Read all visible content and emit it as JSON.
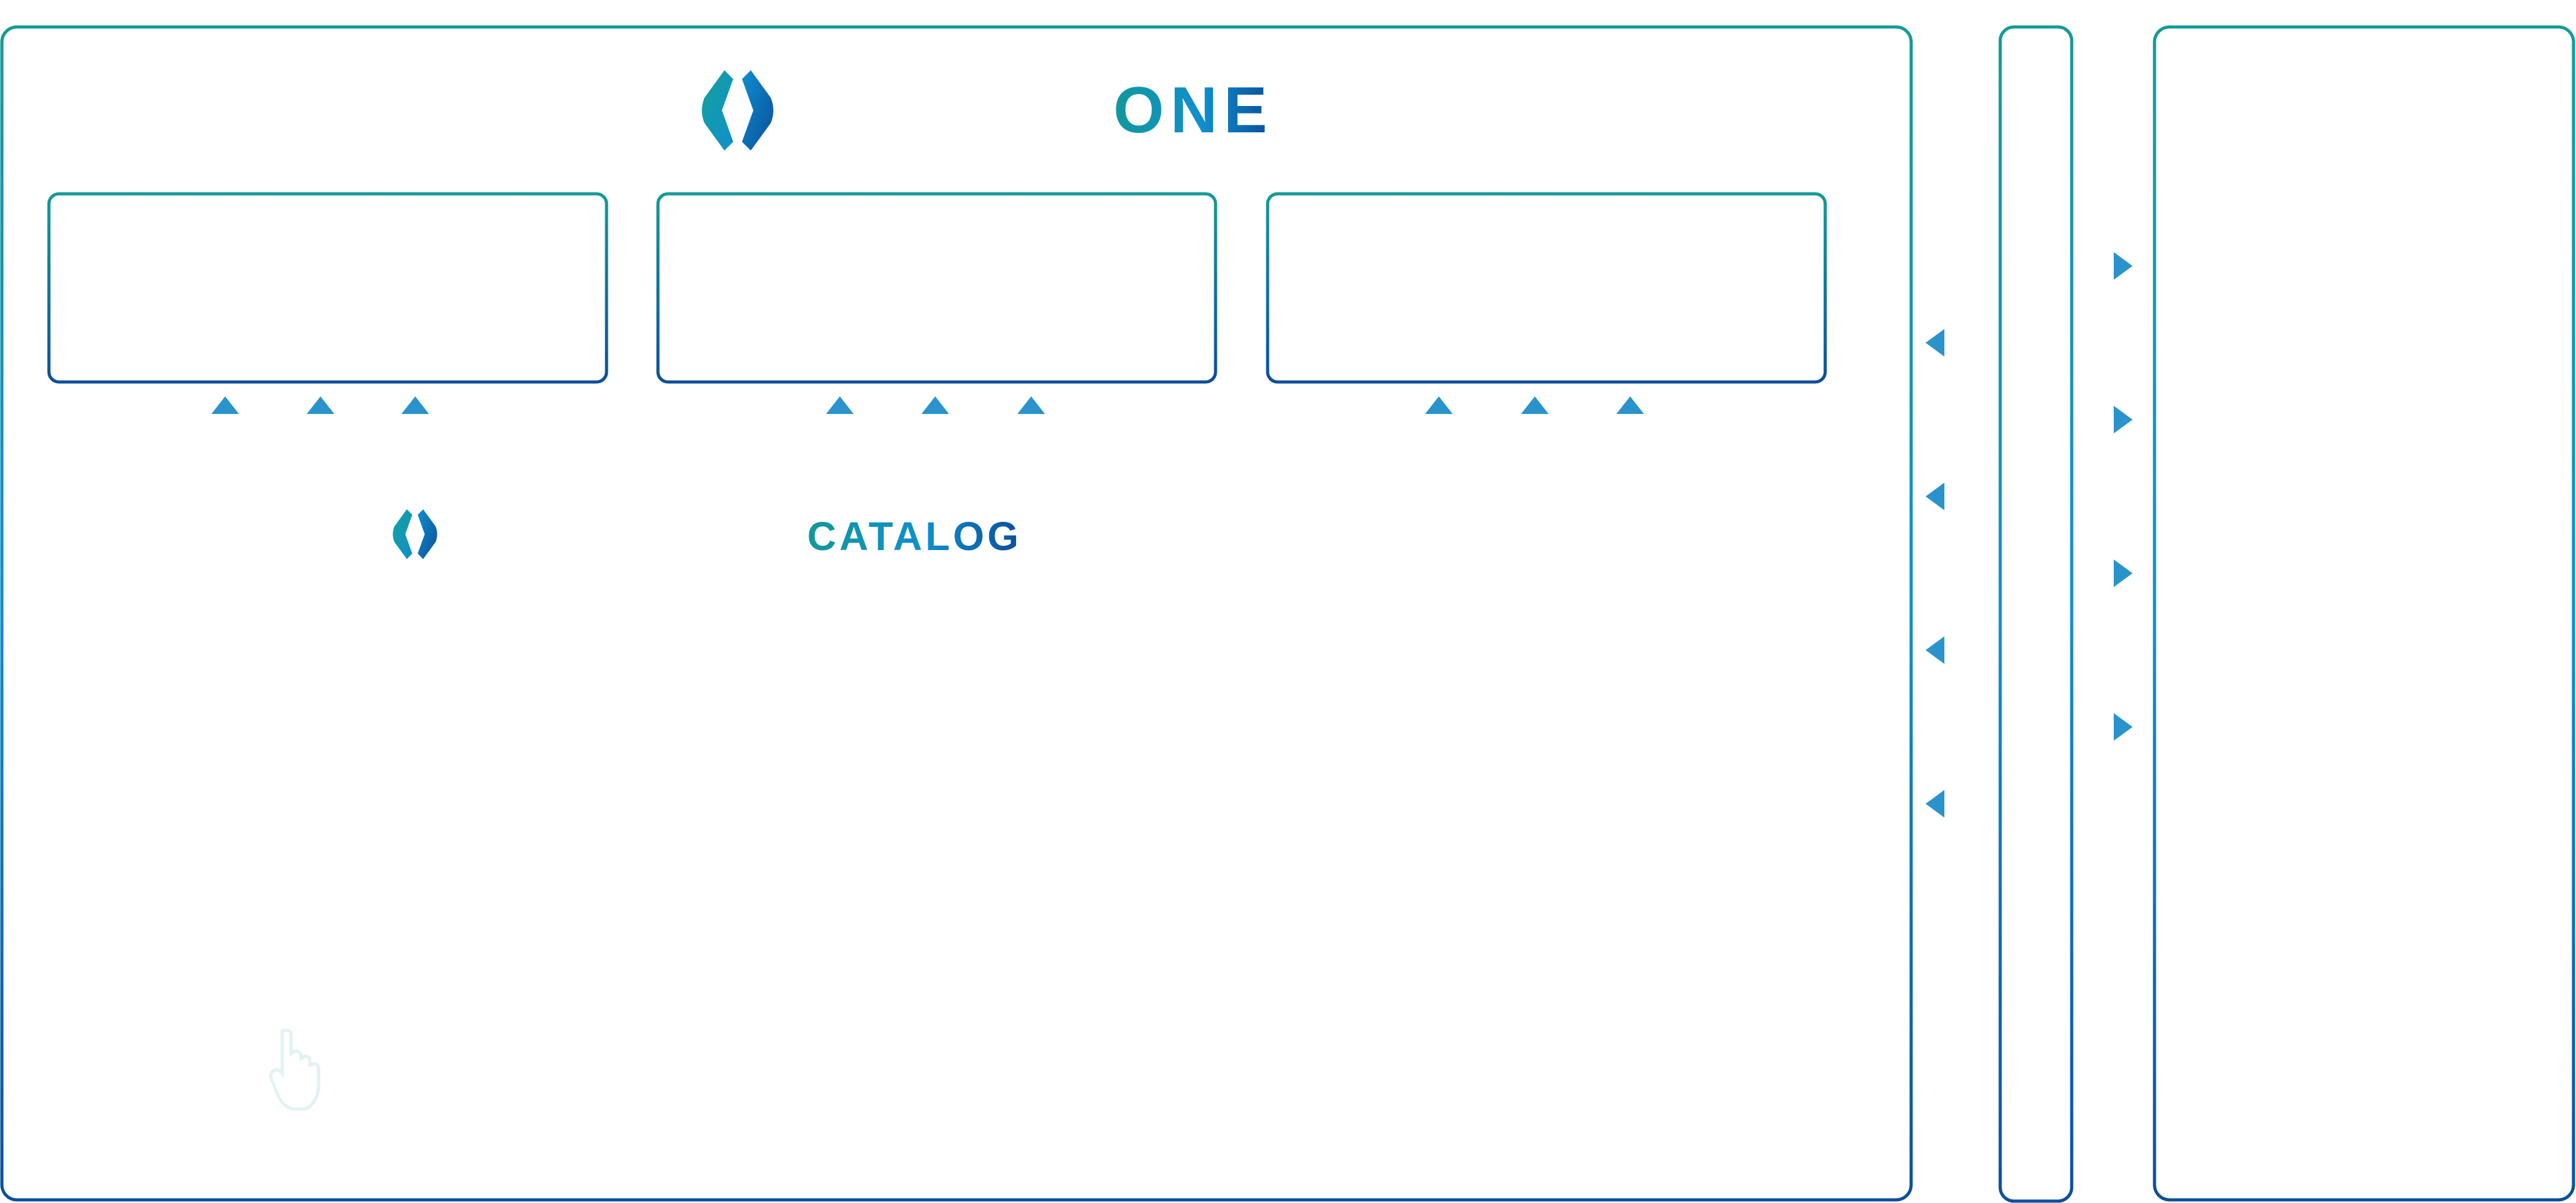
{
  "branding": {
    "top_logo_icon": "chevron-pair-logo-icon",
    "top_wordmark": "ONE",
    "lower_logo_icon": "chevron-pair-logo-icon",
    "lower_wordmark": "CATALOG"
  },
  "panels": {
    "main_frame": "main-platform-frame",
    "top_modules": [
      {
        "name": "module-box-1",
        "up_arrow_count": 3
      },
      {
        "name": "module-box-2",
        "up_arrow_count": 3
      },
      {
        "name": "module-box-3",
        "up_arrow_count": 3
      }
    ],
    "connector_bar": "connector-bar",
    "external_panel": "external-system-panel"
  },
  "flows": {
    "directions": [
      "right",
      "left",
      "right",
      "left",
      "right",
      "left",
      "right",
      "left"
    ]
  },
  "decorations": {
    "cursor_icon": "hand-pointer-icon"
  },
  "colors": {
    "teal": "#12989a",
    "blue": "#0f8fce",
    "navy": "#0a4e9a",
    "arrow": "#2a93cc",
    "arrow_light": "#cfe8f3",
    "cursor": "#c9e7ea"
  }
}
